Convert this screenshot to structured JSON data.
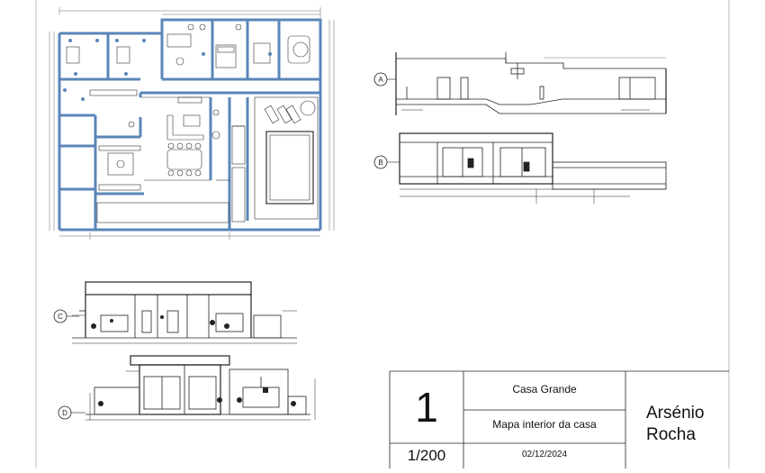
{
  "colors": {
    "wall": "#5b86b8",
    "line": "#222222",
    "light_line": "#555555",
    "pool_fill": "#ffffff"
  },
  "sections": [
    "A",
    "B",
    "C",
    "D"
  ],
  "title_block": {
    "sheet_number": "1",
    "scale": "1/200",
    "project": "Casa Grande",
    "description": "Mapa interior da casa",
    "date": "02/12/2024",
    "author_first": "Arsénio",
    "author_last": "Rocha"
  }
}
